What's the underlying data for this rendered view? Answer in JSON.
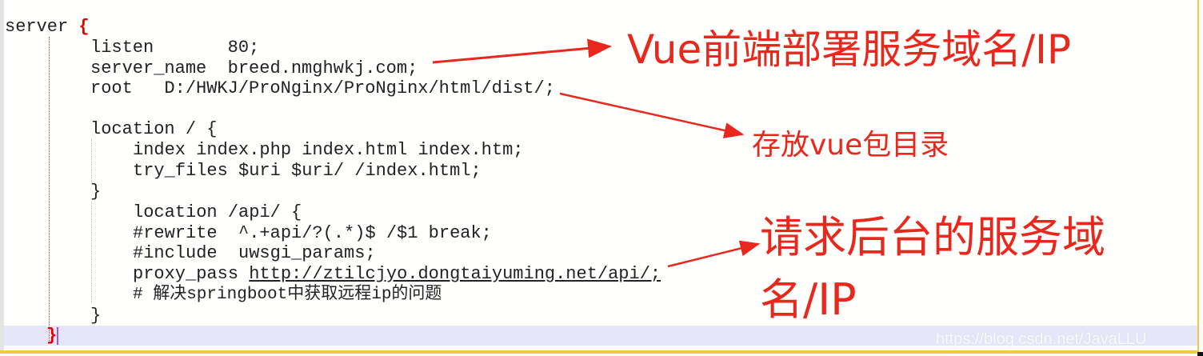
{
  "code": {
    "lines": [
      {
        "text": "server ",
        "brace": "{"
      },
      {
        "text": "listen       80;"
      },
      {
        "key": "server_name  ",
        "value": "breed.nmghwkj.com;"
      },
      {
        "text": "root   D:/HWKJ/ProNginx/ProNginx/html/dist/;"
      },
      {
        "text": "location / {"
      },
      {
        "text": "index index.php index.html index.htm;"
      },
      {
        "text": "try_files $uri $uri/ /index.html;"
      },
      {
        "text": "}"
      },
      {
        "text": "location /api/ {"
      },
      {
        "text": "#rewrite  ^.+api/?(.*)$ /$1 break;"
      },
      {
        "text": "#include  uwsgi_params;"
      },
      {
        "key": "proxy_pass ",
        "link": "http://ztilcjyo.dongtaiyuming.net/api/;"
      },
      {
        "text": "# 解决springboot中获取远程ip的问题"
      },
      {
        "text": "}"
      },
      {
        "brace": "}"
      }
    ]
  },
  "annotations": {
    "vue_domain": "Vue前端部署服务域名/IP",
    "vue_dir": "存放vue包目录",
    "backend_line1": "请求后台的服务域",
    "backend_line2": "名/IP",
    "color": "#e8281c"
  },
  "watermark": "https://blog.csdn.net/JavaLLU"
}
